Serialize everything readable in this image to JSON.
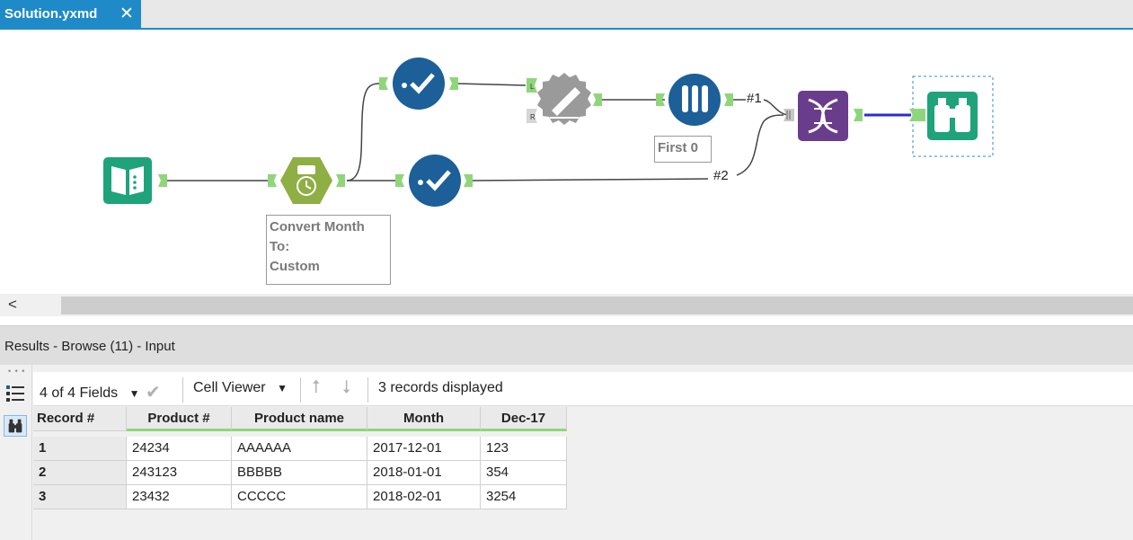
{
  "tab": {
    "title": "Solution.yxmd",
    "close": "✕"
  },
  "canvas": {
    "annotations": {
      "formula_lines": [
        "Convert Month",
        "To:",
        "Custom"
      ],
      "sample": "First 0"
    },
    "connection_labels": {
      "one": "#1",
      "two": "#2"
    },
    "anchor_labels": {
      "left": "L",
      "right": "R"
    },
    "icons": [
      "input-data-icon",
      "datetime-icon",
      "select-icon",
      "dynamic-rename-icon",
      "sample-icon",
      "union-icon",
      "browse-icon"
    ],
    "colors": {
      "input": "#1ea37a",
      "datetime": "#8fae43",
      "select": "#1c5f99",
      "rename": "#9a9a9a",
      "sample": "#1c5f99",
      "union": "#6a3d8c",
      "browse": "#1ea37a",
      "anchor": "#8fd67a",
      "selected_link": "#2b2bd6"
    }
  },
  "scrollbar": {
    "left_arrow": "<"
  },
  "results": {
    "title": "Results - Browse (11) - Input",
    "toolbar": {
      "fields": "4 of 4 Fields",
      "viewer": "Cell Viewer",
      "records": "3 records displayed"
    },
    "table": {
      "headers": [
        "Record #",
        "Product #",
        "Product name",
        "Month",
        "Dec-17"
      ],
      "rows": [
        [
          "1",
          "24234",
          "AAAAAA",
          "2017-12-01",
          "123"
        ],
        [
          "2",
          "243123",
          "BBBBB",
          "2018-01-01",
          "354"
        ],
        [
          "3",
          "23432",
          "CCCCC",
          "2018-02-01",
          "3254"
        ]
      ]
    }
  }
}
